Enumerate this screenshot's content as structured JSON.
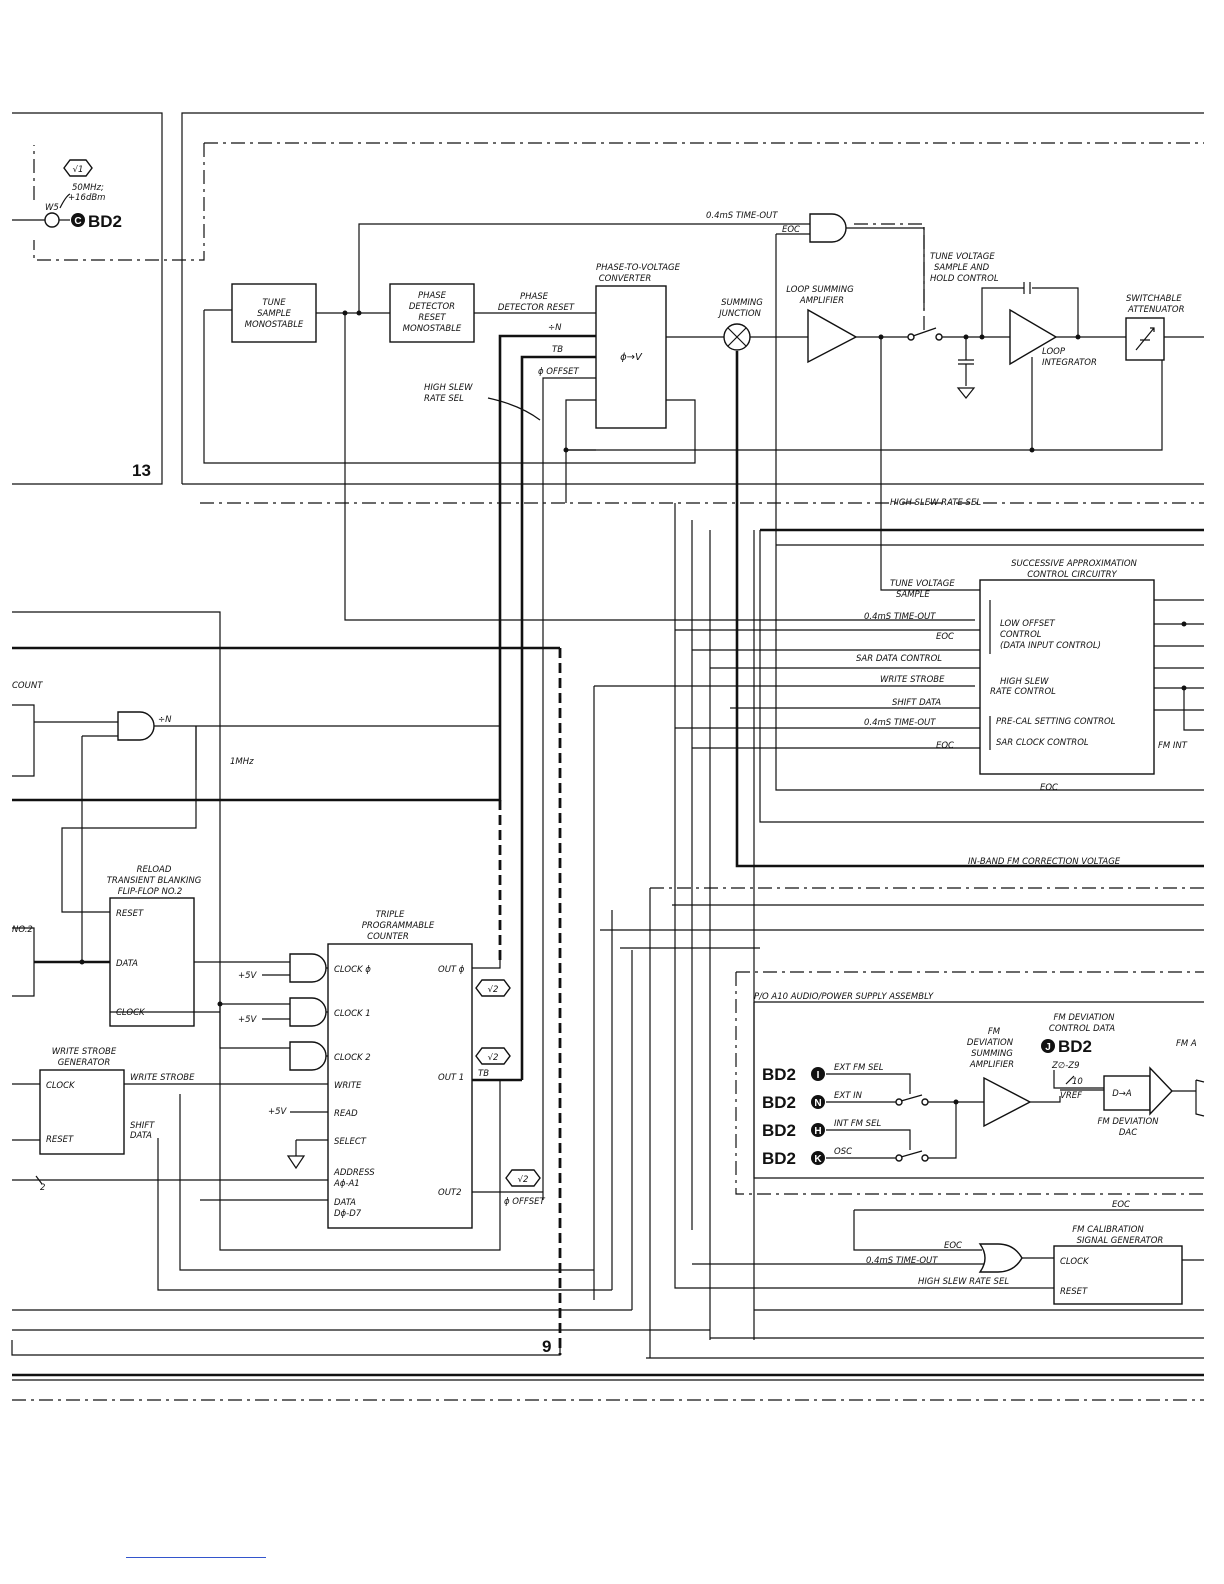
{
  "sheets": {
    "upper_left_number": "13",
    "lower_number": "9"
  },
  "blocks": {
    "tune_sample_monostable": [
      "TUNE",
      "SAMPLE",
      "MONOSTABLE"
    ],
    "phase_detector_reset_monostable": [
      "PHASE",
      "DETECTOR",
      "RESET",
      "MONOSTABLE"
    ],
    "phase_to_voltage_converter": [
      "PHASE-TO-VOLTAGE",
      "CONVERTER"
    ],
    "phase_to_voltage_symbol": "ϕ→V",
    "summing_junction": [
      "SUMMING",
      "JUNCTION"
    ],
    "loop_summing_amplifier": [
      "LOOP SUMMING",
      "AMPLIFIER"
    ],
    "tune_voltage_sample_hold": [
      "TUNE VOLTAGE",
      "SAMPLE AND",
      "HOLD CONTROL"
    ],
    "loop_integrator": [
      "LOOP",
      "INTEGRATOR"
    ],
    "switchable_attenuator": [
      "SWITCHABLE",
      "ATTENUATOR"
    ],
    "successive_approximation": [
      "SUCCESSIVE APPROXIMATION",
      "CONTROL CIRCUITRY"
    ],
    "reload_blanking": [
      "RELOAD",
      "TRANSIENT BLANKING",
      "FLIP-FLOP NO.2"
    ],
    "triple_counter": [
      "TRIPLE",
      "PROGRAMMABLE",
      "COUNTER"
    ],
    "write_strobe_generator": [
      "WRITE STROBE",
      "GENERATOR"
    ],
    "pio_assembly": "P/O A10 AUDIO/POWER SUPPLY ASSEMBLY",
    "fm_deviation_summing": [
      "FM",
      "DEVIATION",
      "SUMMING",
      "AMPLIFIER"
    ],
    "fm_deviation_control_data": [
      "FM DEVIATION",
      "CONTROL DATA"
    ],
    "fm_deviation_dac": [
      "FM DEVIATION",
      "DAC"
    ],
    "dac_symbol": "D→A",
    "fm_calibration": [
      "FM CALIBRATION",
      "SIGNAL GENERATOR"
    ]
  },
  "signals": {
    "time_out": "0.4mS TIME-OUT",
    "time_out_b": "0.4mS TIME-OUT",
    "time_out_c": "0.4mS TIME-OUT",
    "time_out_d": "0.4mS TIME-OUT",
    "eoc": "EOC",
    "phase_detector_reset": [
      "PHASE",
      "DETECTOR RESET"
    ],
    "div_n": "÷N",
    "div_n_gate": "÷N",
    "tb": "TB",
    "tb_out": "TB",
    "phi_offset": "ϕ OFFSET",
    "phi_offset_out": "ϕ OFFSET",
    "high_slew_rate_sel": [
      "HIGH SLEW",
      "RATE SEL"
    ],
    "high_slew_rate_sel_bus": "HIGH SLEW RATE SEL",
    "high_slew_rate_sel_low": "HIGH SLEW RATE SEL",
    "tune_voltage_sample": [
      "TUNE VOLTAGE",
      "SAMPLE"
    ],
    "sar_data_control": "SAR DATA CONTROL",
    "write_strobe": "WRITE STROBE",
    "write_strobe_gen": "WRITE STROBE",
    "shift_data": "SHIFT DATA",
    "shift_data_gen": [
      "SHIFT",
      "DATA"
    ],
    "low_offset_control": [
      "LOW OFFSET",
      "CONTROL",
      "(DATA INPUT CONTROL)"
    ],
    "high_slew_rate_control": [
      "HIGH SLEW",
      "RATE CONTROL"
    ],
    "pre_cal_setting_control": "PRE-CAL SETTING CONTROL",
    "sar_clock_control": "SAR CLOCK CONTROL",
    "fm_int": "FM INT",
    "in_band_fm": "IN-BAND FM CORRECTION VOLTAGE",
    "one_mhz": "1MHz",
    "plus5v": "+5V",
    "ext_fm_sel": "EXT FM SEL",
    "ext_in": "EXT IN",
    "int_fm_sel": "INT FM SEL",
    "osc": "OSC",
    "z_bus": "Z∅-Z9",
    "bus_width": "10",
    "bus_width_2": "2",
    "vref": "VREF",
    "fifty_mhz": [
      "50MHz;",
      "+16dBm"
    ],
    "w5": "W5",
    "count": "COUNT",
    "no2": "NO.2",
    "fm_a": "FM A"
  },
  "pins": {
    "reset": "RESET",
    "data": "DATA",
    "clock": "CLOCK",
    "clock0": "CLOCK ϕ",
    "clock1": "CLOCK 1",
    "clock2": "CLOCK 2",
    "write": "WRITE",
    "read": "READ",
    "select": "SELECT",
    "address": [
      "ADDRESS",
      "Aϕ-A1"
    ],
    "data_bus": [
      "DATA",
      "Dϕ-D7"
    ],
    "out0": "OUT ϕ",
    "out1": "OUT 1",
    "out2": "OUT2",
    "fm_clock": "CLOCK",
    "fm_reset": "RESET",
    "ws_clock": "CLOCK",
    "ws_reset": "RESET"
  },
  "refs": {
    "v1": "√1",
    "v2a": "√2",
    "v2b": "√2",
    "v2c": "√2",
    "bd2_c": "BD2",
    "c": "C",
    "bd2_j": "BD2",
    "j": "J",
    "bd2_i": "BD2",
    "i": "I",
    "bd2_n": "BD2",
    "n": "N",
    "bd2_h": "BD2",
    "h": "H",
    "bd2_k": "BD2",
    "k": "K"
  }
}
